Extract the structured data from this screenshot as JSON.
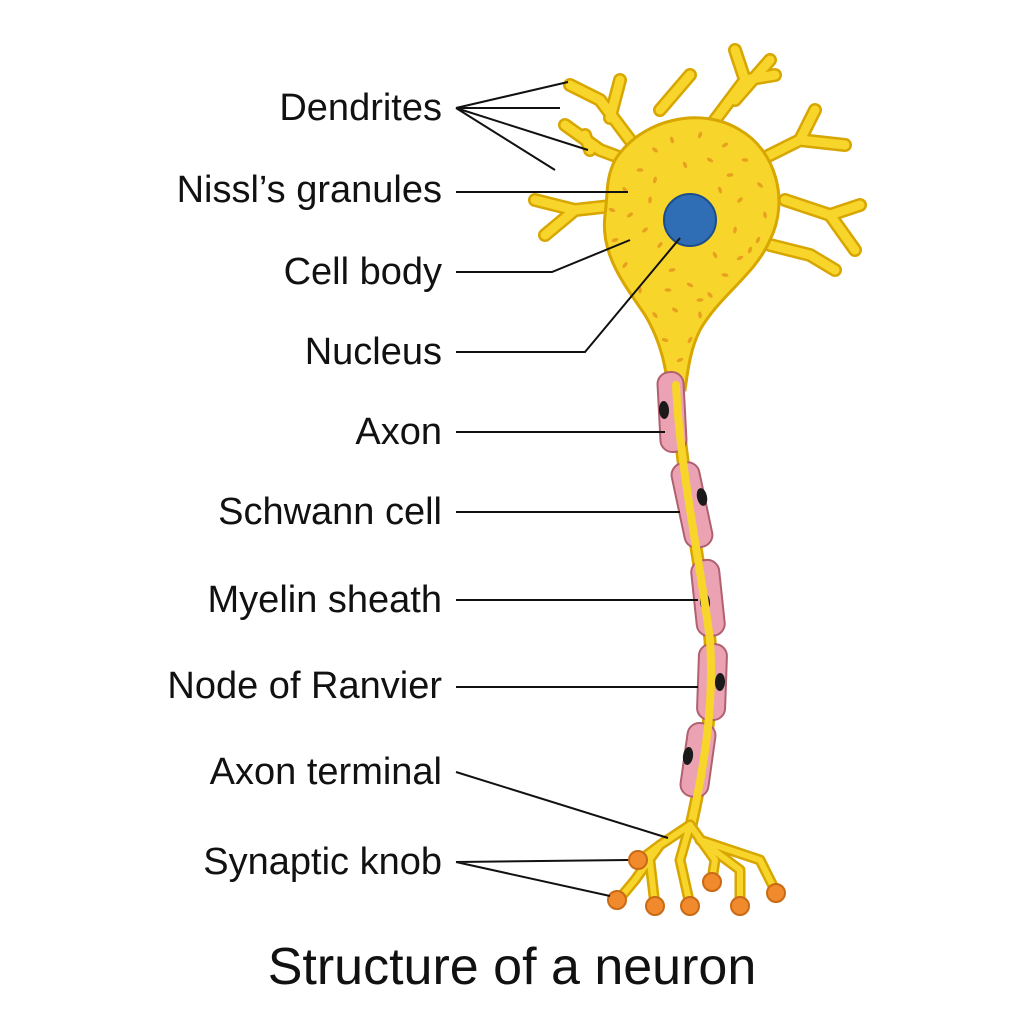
{
  "title": "Structure of a neuron",
  "labels": {
    "dendrites": "Dendrites",
    "nissl": "Nissl’s granules",
    "cell_body": "Cell body",
    "nucleus": "Nucleus",
    "axon": "Axon",
    "schwann": "Schwann cell",
    "myelin": "Myelin sheath",
    "node": "Node of Ranvier",
    "axon_terminal": "Axon terminal",
    "synaptic_knob": "Synaptic knob"
  },
  "colors": {
    "neuron": "#F7D52A",
    "neuron_outline": "#D8A600",
    "granules": "#E8A020",
    "nucleus": "#2F6DB5",
    "schwann": "#EBA3B4",
    "schwann_outline": "#B0606F",
    "schwann_nucleus": "#1a1a1a",
    "knob": "#F08A2C",
    "leader": "#111111"
  }
}
